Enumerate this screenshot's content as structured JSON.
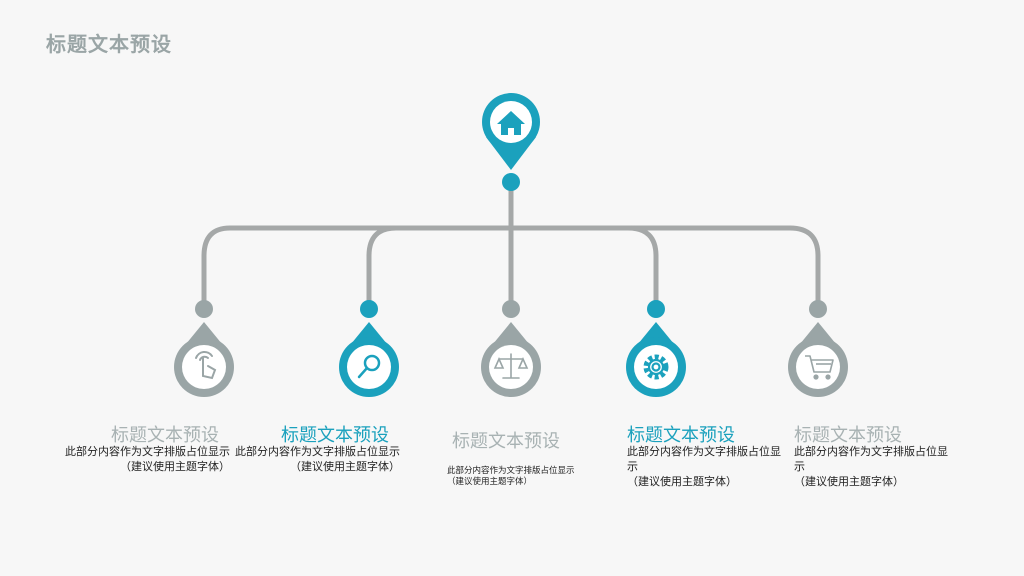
{
  "title": "标题文本预设",
  "colors": {
    "teal": "#1ba1bd",
    "gray": "#9aa5a6",
    "line": "#a5a8a8"
  },
  "root": {
    "icon": "home-icon"
  },
  "items": [
    {
      "title": "标题文本预设",
      "desc": "此部分内容作为文字排版占位显示",
      "note": "（建议使用主题字体）",
      "icon": "touch-hand-icon",
      "color": "gray"
    },
    {
      "title": "标题文本预设",
      "desc": "此部分内容作为文字排版占位显示",
      "note": "（建议使用主题字体）",
      "icon": "magnifier-icon",
      "color": "teal"
    },
    {
      "title": "标题文本预设",
      "desc": "此部分内容作为文字排版占位显示",
      "note": "（建议使用主题字体）",
      "icon": "balance-scale-icon",
      "color": "gray"
    },
    {
      "title": "标题文本预设",
      "desc": "此部分内容作为文字排版占位显示",
      "note": "（建议使用主题字体）",
      "icon": "gear-icon",
      "color": "teal"
    },
    {
      "title": "标题文本预设",
      "desc": "此部分内容作为文字排版占位显示",
      "note": "（建议使用主题字体）",
      "icon": "shopping-cart-icon",
      "color": "gray"
    }
  ]
}
